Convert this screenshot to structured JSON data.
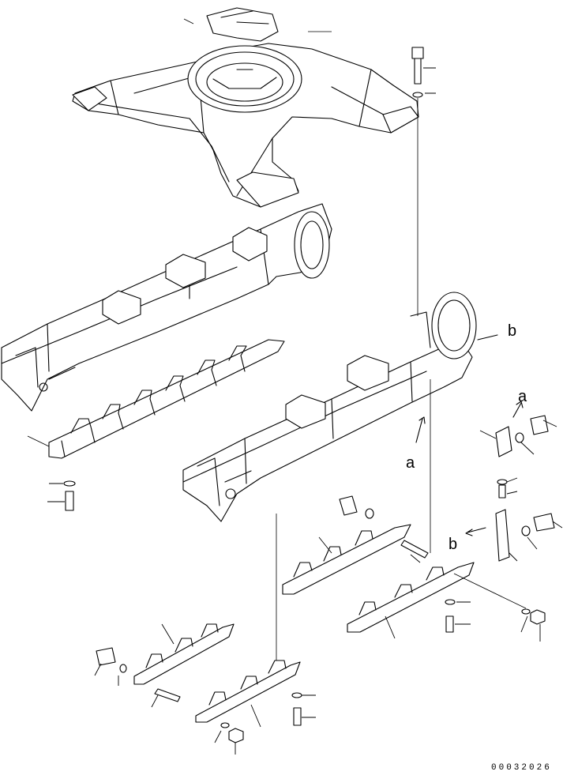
{
  "diagram": {
    "callouts": {
      "a_upper": "a",
      "a_lower": "a",
      "b_upper": "b",
      "b_lower": "b"
    },
    "drawing_code": "00032026"
  }
}
